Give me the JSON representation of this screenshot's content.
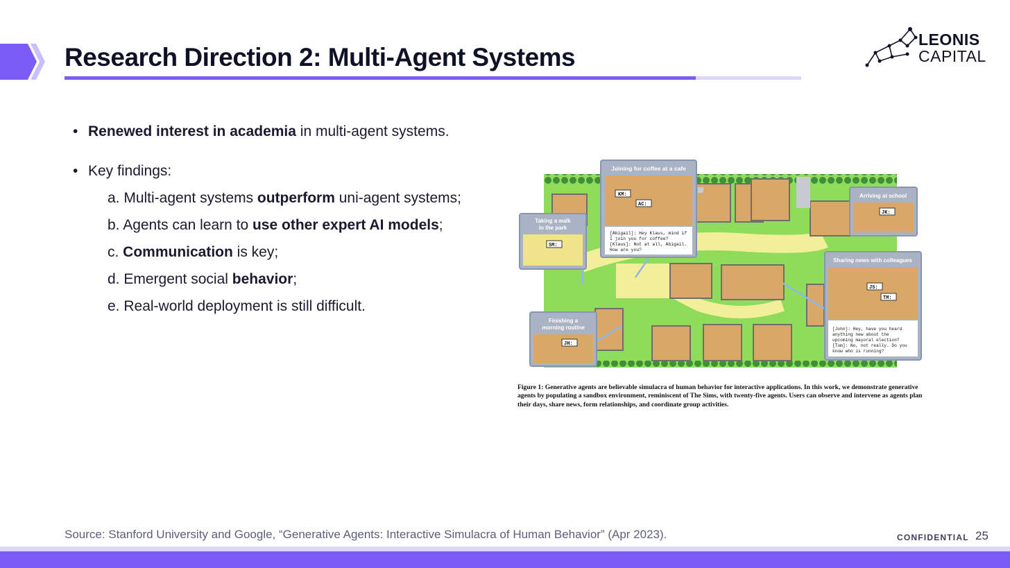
{
  "slide": {
    "title": "Research Direction 2: Multi-Agent Systems",
    "accent_color": "#7b5cf6",
    "accent_light": "#dcd6fb"
  },
  "logo": {
    "line1": "LEONIS",
    "line2": "CAPITAL",
    "icon": "constellation-icon"
  },
  "bullets": {
    "b1": {
      "bold": "Renewed interest in academia",
      "rest": " in multi-agent systems."
    },
    "b2": {
      "label": "Key findings:"
    },
    "findings": [
      {
        "prefix": "a. Multi-agent systems ",
        "bold": "outperform",
        "suffix": " uni-agent systems;"
      },
      {
        "prefix": "b. Agents can learn to ",
        "bold": "use other expert AI models",
        "suffix": ";"
      },
      {
        "prefix": "c. ",
        "bold": "Communication",
        "suffix": " is key;"
      },
      {
        "prefix": "d. Emergent social ",
        "bold": "behavior",
        "suffix": ";"
      },
      {
        "prefix": "e. Real-world deployment is still difficult.",
        "bold": "",
        "suffix": ""
      }
    ]
  },
  "figure": {
    "callouts": {
      "cafe": "Joining for coffee at a cafe",
      "walk_1": "Taking a walk",
      "walk_2": "in the park",
      "school": "Arriving at school",
      "news": "Sharing news with colleagues",
      "routine_1": "Finishing a",
      "routine_2": "morning routine"
    },
    "tags": {
      "km": "KM:",
      "ac": "AC:",
      "sm": "SM:",
      "jk": "JK:",
      "js": "JS:",
      "tm": "TM:",
      "jh": "JH:"
    },
    "cafe_dialog": [
      "[Abigail]: Hey Klaus, mind if",
      "I join you for coffee?",
      "[Klaus]: Not at all, Abigail.",
      "How are you?"
    ],
    "news_dialog": [
      "[John]: Hey, have you heard",
      "anything new about the",
      "upcoming mayoral election?",
      "[Tom]: No, not really. Do you",
      "know who is running?"
    ],
    "caption": "Figure 1: Generative agents are believable simulacra of human behavior for interactive applications. In this work, we demonstrate generative agents by populating a sandbox environment, reminiscent of The Sims, with twenty-five agents. Users can observe and intervene as agents plan their days, share news, form relationships, and coordinate group activities."
  },
  "footer": {
    "source": "Source: Stanford University and Google, “Generative Agents: Interactive Simulacra of Human Behavior” (Apr 2023).",
    "confidential": "CONFIDENTIAL",
    "page": "25"
  }
}
